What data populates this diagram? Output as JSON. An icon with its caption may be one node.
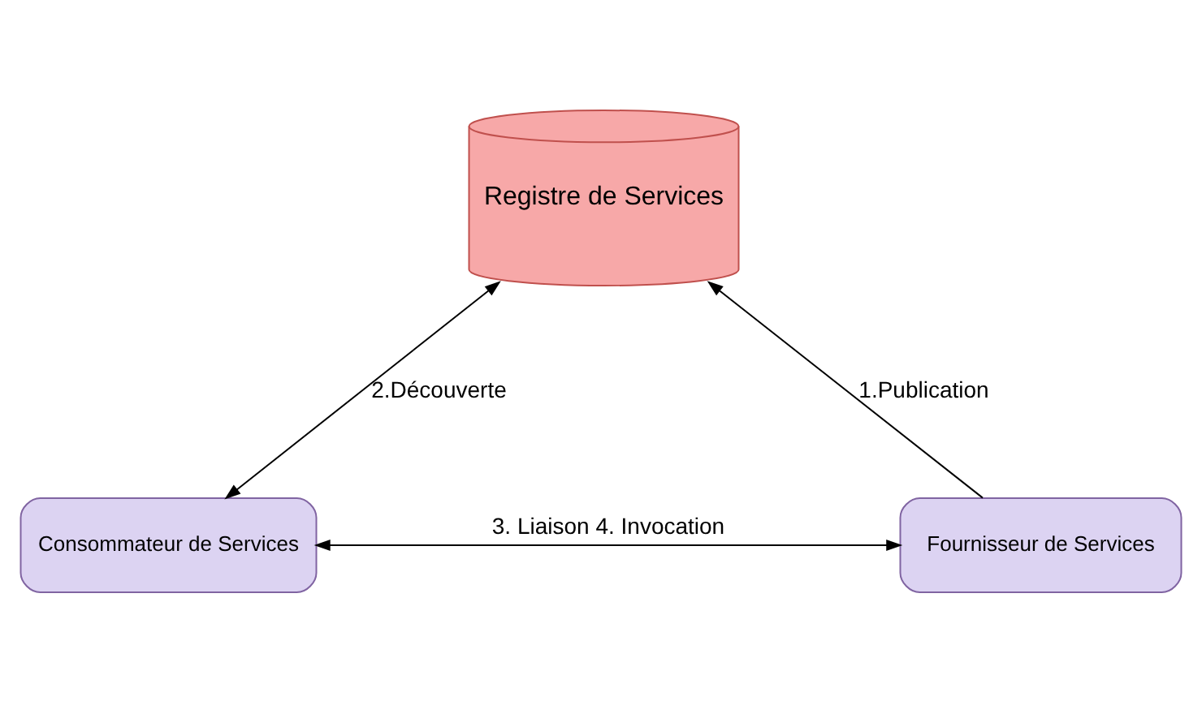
{
  "diagram": {
    "nodes": [
      {
        "text": [
          "Registre de Services"
        ]
      },
      {
        "text": [
          "Consommateur de Services"
        ]
      },
      {
        "text": [
          "Fournisseur de Services"
        ]
      }
    ],
    "edges": [
      {
        "from": 2,
        "to": 0,
        "arrow": "to",
        "label": "1.Publication"
      },
      {
        "from": 0,
        "to": 1,
        "arrow": "both",
        "label": "2.Découverte"
      },
      {
        "from": 1,
        "to": 2,
        "arrow": "both",
        "label": "3. Liaison 4. Invocation"
      }
    ]
  }
}
